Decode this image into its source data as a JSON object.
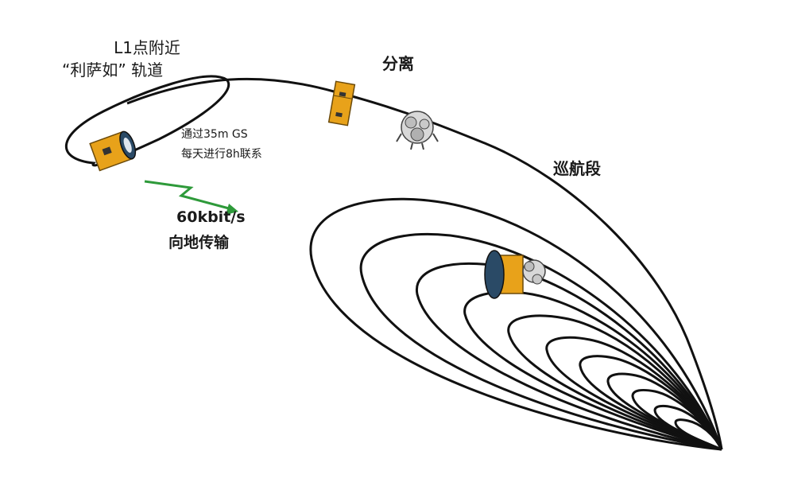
{
  "labels": {
    "l1_line1": "L1点附近",
    "l1_line2": "“利萨如” 轨道",
    "separation": "分离",
    "cruise": "巡航段",
    "gs_line1": "通过35m GS",
    "gs_line2": "每天进行8h联系",
    "rate_line1": "60kbit/s",
    "rate_line2": "向地传输"
  },
  "colors": {
    "orbit": "#111111",
    "spacecraft_body": "#e8a21a",
    "spacecraft_dish": "#2a4a66",
    "downlink_arrow": "#2e9a3a"
  }
}
